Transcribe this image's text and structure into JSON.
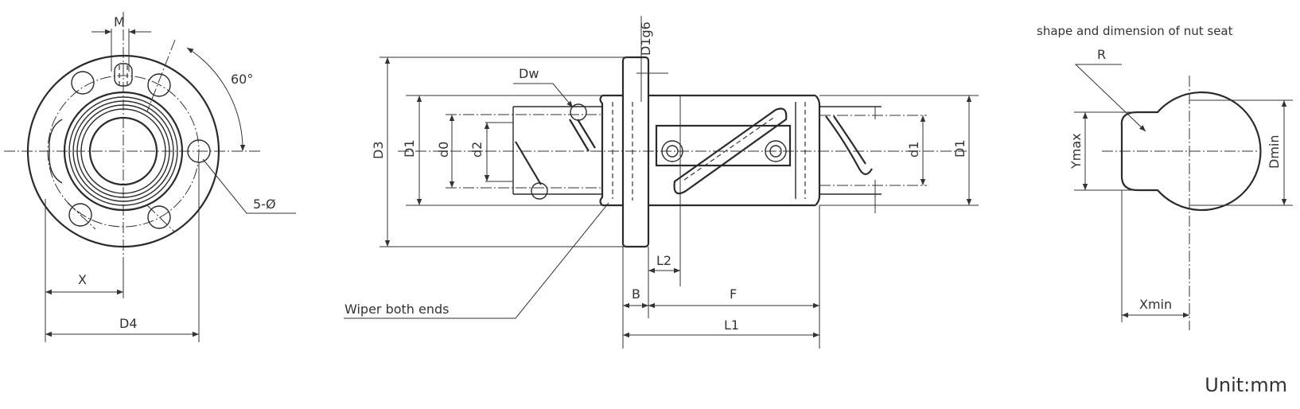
{
  "labels": {
    "M": "M",
    "angle": "60°",
    "holes": "5-Ø",
    "X": "X",
    "D4": "D4",
    "Dw": "Dw",
    "D1g6": "D1g6",
    "D3": "D3",
    "D1_left": "D1",
    "d0": "d0",
    "d2": "d2",
    "d1": "d1",
    "D1_right": "D1",
    "L2": "L2",
    "B": "B",
    "F": "F",
    "L1": "L1",
    "wiper": "Wiper  both  ends",
    "seat_title": "shape and dimension of nut seat",
    "R": "R",
    "Ymax": "Ymax",
    "Dmin": "Dmin",
    "Xmin": "Xmin",
    "unit": "Unit:mm"
  }
}
